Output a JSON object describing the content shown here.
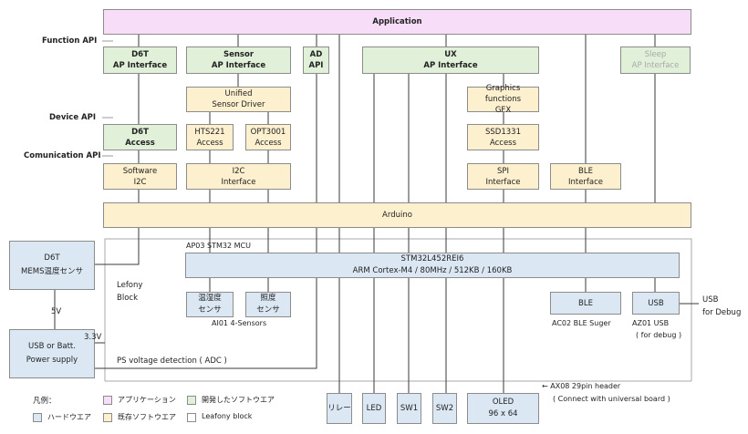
{
  "api_levels": {
    "function": "Function API",
    "device": "Device API",
    "communication": "Comunication API"
  },
  "application": "Application",
  "function_layer": {
    "d6t": [
      "D6T",
      "AP Interface"
    ],
    "sensor": [
      "Sensor",
      "AP Interface"
    ],
    "ad": [
      "AD",
      "API"
    ],
    "ux": [
      "UX",
      "AP Interface"
    ],
    "sleep": [
      "Sleep",
      "AP Interface"
    ]
  },
  "driver_layer": {
    "unified_sensor": [
      "Unified",
      "Sensor Driver"
    ],
    "graphics": [
      "Graphics functions",
      "GFX"
    ]
  },
  "device_layer": {
    "d6t_access": [
      "D6T",
      "Access"
    ],
    "hts221": [
      "HTS221",
      "Access"
    ],
    "opt3001": [
      "OPT3001",
      "Access"
    ],
    "ssd1331": [
      "SSD1331",
      "Access"
    ]
  },
  "comm_layer": {
    "software_i2c": [
      "Software",
      "I2C"
    ],
    "i2c": [
      "I2C",
      "Interface"
    ],
    "spi": [
      "SPI",
      "Interface"
    ],
    "ble": [
      "BLE",
      "Interface"
    ]
  },
  "arduino": "Arduino",
  "mcu": {
    "caption": "AP03 STM32 MCU",
    "chip": "STM32L452REI6",
    "spec": "ARM Cortex-M4 / 80MHz / 512KB / 160KB"
  },
  "sensors": {
    "temp_humidity": [
      "温湿度",
      "センサ"
    ],
    "illuminance": [
      "照度",
      "センサ"
    ],
    "caption": "AI01 4-Sensors"
  },
  "ble_module": {
    "label": "BLE",
    "caption": "AC02 BLE Suger"
  },
  "usb_module": {
    "label": "USB",
    "caption1": "AZ01 USB",
    "caption2": "( for debug )"
  },
  "usb_debug": [
    "USB",
    "for Debug"
  ],
  "lefony_block": [
    "Lefony",
    "Block"
  ],
  "d6t_sensor": [
    "D6T",
    "MEMS温度センサ"
  ],
  "power": [
    "USB or Batt.",
    "Power supply"
  ],
  "voltage_5v": "5V",
  "voltage_3v3": "3.3V",
  "ps_voltage_detection": "PS voltage detection ( ADC )",
  "peripherals": {
    "relay": "リレー",
    "led": "LED",
    "sw1": "SW1",
    "sw2": "SW2",
    "oled": [
      "OLED",
      "96 x 64"
    ]
  },
  "header_note": [
    "← AX08 29pin header",
    "( Connect with universal board )"
  ],
  "legend": {
    "title": "凡例：",
    "items": [
      {
        "key": "app",
        "label": "アプリケーション",
        "color": "#f8ddf8"
      },
      {
        "key": "dev",
        "label": "開発したソフトウエア",
        "color": "#e1f0d8"
      },
      {
        "key": "hw",
        "label": "ハードウエア",
        "color": "#dbe8f4"
      },
      {
        "key": "sw",
        "label": "既存ソフトウエア",
        "color": "#fdf0cf"
      },
      {
        "key": "blk",
        "label": "Leafony block",
        "color": "#ffffff"
      }
    ]
  }
}
